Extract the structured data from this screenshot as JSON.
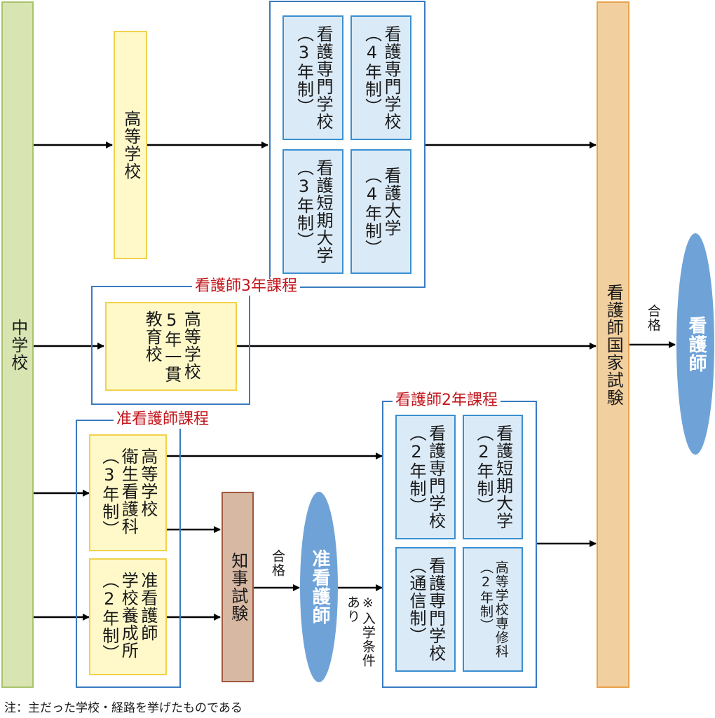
{
  "middle_school": "中学校",
  "high_school": "高等学校",
  "nursing_vocational_3yr": "看護専門学校\n（3年制）",
  "nursing_vocational_4yr": "看護専門学校\n（4年制）",
  "nursing_junior_college_3yr": "看護短期大学\n（3年制）",
  "nursing_university_4yr": "看護大学\n（4年制）",
  "course_3yr_title": "看護師3年課程",
  "integrated_5yr": "高等学校\n5年一貫\n教育校",
  "course_assoc_title": "准看護師課程",
  "hs_hygiene_nursing": "高等学校\n衛生看護科\n（3年制）",
  "assoc_training_school": "准看護師\n学校養成所\n（2年制）",
  "governor_exam": "知事試験",
  "pass_label_1": "合格",
  "assoc_nurse": "准看護師",
  "admission_note": "※入学条件\nあり",
  "course_2yr_title": "看護師2年課程",
  "nursing_vocational_2yr": "看護専門学校\n（2年制）",
  "nursing_junior_college_2yr": "看護短期大学\n（2年制）",
  "nursing_vocational_correspondence": "看護専門学校\n（通信制）",
  "hs_advanced_course_2yr": "高等学校専修科\n（2年制）",
  "national_exam": "看護師国家試験",
  "pass_label_2": "合格",
  "nurse": "看護師",
  "footnote": "注：主だった学校・経路を挙げたものである",
  "colors": {
    "middle_school": "#d8e4b2",
    "high_school": "#fff9c9",
    "school_blue": "#dbeaf7",
    "exam_orange": "#f2cf9e",
    "exam_brown": "#d7b8a3",
    "oval": "#6fa3d8",
    "frame_title": "#c2161c"
  }
}
